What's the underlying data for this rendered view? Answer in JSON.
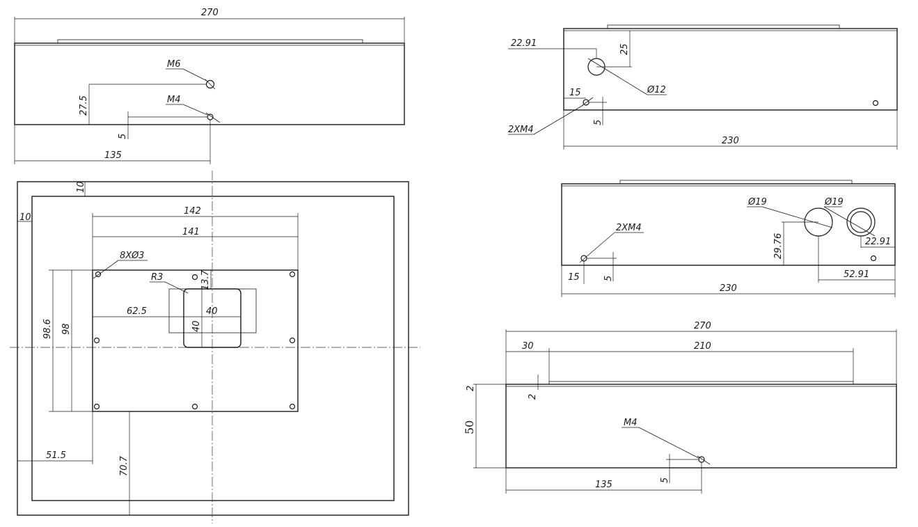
{
  "view_top_left": {
    "width": "270",
    "hole_m6": "M6",
    "hole_m4": "M4",
    "height_27_5": "27.5",
    "offset_5": "5",
    "half_135": "135"
  },
  "view_plan": {
    "wall_10_top": "10",
    "wall_10_left": "10",
    "width_142": "142",
    "width_141": "141",
    "holes": "8XØ3",
    "radius": "R3",
    "dim_13_7": "13.7",
    "dim_62_5": "62.5",
    "dim_40_w": "40",
    "dim_40_h": "40",
    "dim_98_6": "98.6",
    "dim_98": "98",
    "dim_51_5": "51.5",
    "dim_70_7": "70.7"
  },
  "view_side_a": {
    "dim_22_91": "22.91",
    "dim_25": "25",
    "dia_12": "Ø12",
    "dim_15": "15",
    "holes_2xm4": "2XM4",
    "dim_5": "5",
    "length_230": "230"
  },
  "view_side_b": {
    "dia_19_a": "Ø19",
    "dia_19_b": "Ø19",
    "holes_2xm4": "2XM4",
    "dim_29_76": "29.76",
    "dim_22_91": "22.91",
    "dim_15": "15",
    "dim_5": "5",
    "dim_52_91": "52.91",
    "length_230": "230"
  },
  "view_front": {
    "width_270": "270",
    "dim_30": "30",
    "dim_210": "210",
    "dim_2_a": "2",
    "dim_2_b": "2",
    "height_50": "50",
    "hole_m4": "M4",
    "dim_5": "5",
    "half_135": "135"
  }
}
